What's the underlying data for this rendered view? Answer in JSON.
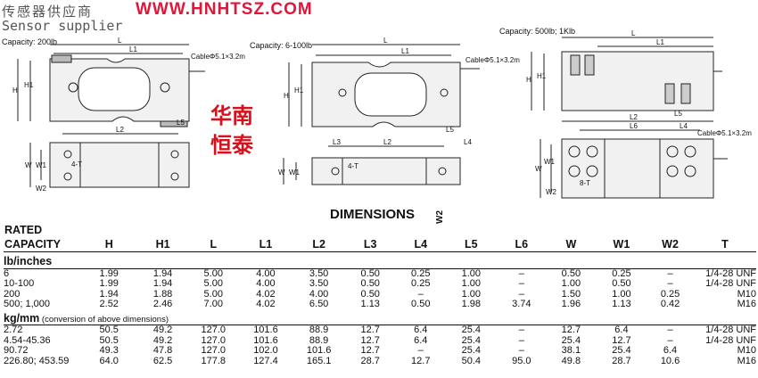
{
  "header": {
    "cn_title": "传感器供应商",
    "url": "WWW.HNHTSZ.COM",
    "en_title": "Sensor supplier",
    "stamp": [
      "华南",
      "恒泰"
    ]
  },
  "drawings": {
    "d1": {
      "capacity": "Capacity: 200lb",
      "cable": "CableΦ5.1×3.2m",
      "labels": {
        "L": "L",
        "L1": "L1",
        "H": "H",
        "H1": "H1",
        "L5": "L5",
        "L2": "L2",
        "W": "W",
        "W1": "W1",
        "W2": "W2",
        "T": "4-T"
      }
    },
    "d2": {
      "capacity": "Capacity: 6-100lb",
      "cable": "CableΦ5.1×3.2m",
      "labels": {
        "L": "L",
        "L1": "L1",
        "H": "H",
        "H1": "H1",
        "L5": "L5",
        "L3": "L3",
        "L2": "L2",
        "L4": "L4",
        "W": "W",
        "W1": "W1",
        "T": "4-T"
      }
    },
    "d3": {
      "capacity": "Capacity: 500lb; 1Klb",
      "cable": "CableΦ5.1×3.2m",
      "labels": {
        "L": "L",
        "L1": "L1",
        "H": "H",
        "H1": "H1",
        "L5": "L5",
        "L2": "L2",
        "L6": "L6",
        "L4": "L4",
        "W": "W",
        "W1": "W1",
        "W2": "W2",
        "T": "8-T"
      }
    }
  },
  "table": {
    "title": "DIMENSIONS",
    "rated_1": "RATED",
    "rated_2": "CAPACITY",
    "columns": [
      "H",
      "H1",
      "L",
      "L1",
      "L2",
      "L3",
      "L4",
      "L5",
      "L6",
      "W",
      "W1",
      "W2",
      "T"
    ],
    "sections": [
      {
        "title": "lb/inches",
        "note": "",
        "rows": [
          [
            "6",
            "1.99",
            "1.94",
            "5.00",
            "4.00",
            "3.50",
            "0.50",
            "0.25",
            "1.00",
            "–",
            "0.50",
            "0.25",
            "–",
            "1/4-28 UNF"
          ],
          [
            "10-100",
            "1.99",
            "1.94",
            "5.00",
            "4.00",
            "3.50",
            "0.50",
            "0.25",
            "1.00",
            "–",
            "1.00",
            "0.50",
            "–",
            "1/4-28 UNF"
          ],
          [
            "200",
            "1.94",
            "1.88",
            "5.00",
            "4.02",
            "4.00",
            "0.50",
            "–",
            "1.00",
            "–",
            "1.50",
            "1.00",
            "0.25",
            "M10"
          ],
          [
            "500; 1,000",
            "2.52",
            "2.46",
            "7.00",
            "4.02",
            "6.50",
            "1.13",
            "0.50",
            "1.98",
            "3.74",
            "1.96",
            "1.13",
            "0.42",
            "M16"
          ]
        ]
      },
      {
        "title": "kg/mm",
        "note": " (conversion of above dimensions)",
        "rows": [
          [
            "2.72",
            "50.5",
            "49.2",
            "127.0",
            "101.6",
            "88.9",
            "12.7",
            "6.4",
            "25.4",
            "–",
            "12.7",
            "6.4",
            "–",
            "1/4-28 UNF"
          ],
          [
            "4.54-45.36",
            "50.5",
            "49.2",
            "127.0",
            "101.6",
            "88.9",
            "12.7",
            "6.4",
            "25.4",
            "–",
            "25.4",
            "12.7",
            "–",
            "1/4-28 UNF"
          ],
          [
            "90.72",
            "49.3",
            "47.8",
            "127.0",
            "102.0",
            "101.6",
            "12.7",
            "–",
            "25.4",
            "–",
            "38.1",
            "25.4",
            "6.4",
            "M10"
          ],
          [
            "226.80; 453.59",
            "64.0",
            "62.5",
            "177.8",
            "127.4",
            "165.1",
            "28.7",
            "12.7",
            "50.4",
            "95.0",
            "49.8",
            "28.7",
            "10.6",
            "M16"
          ]
        ]
      }
    ]
  }
}
